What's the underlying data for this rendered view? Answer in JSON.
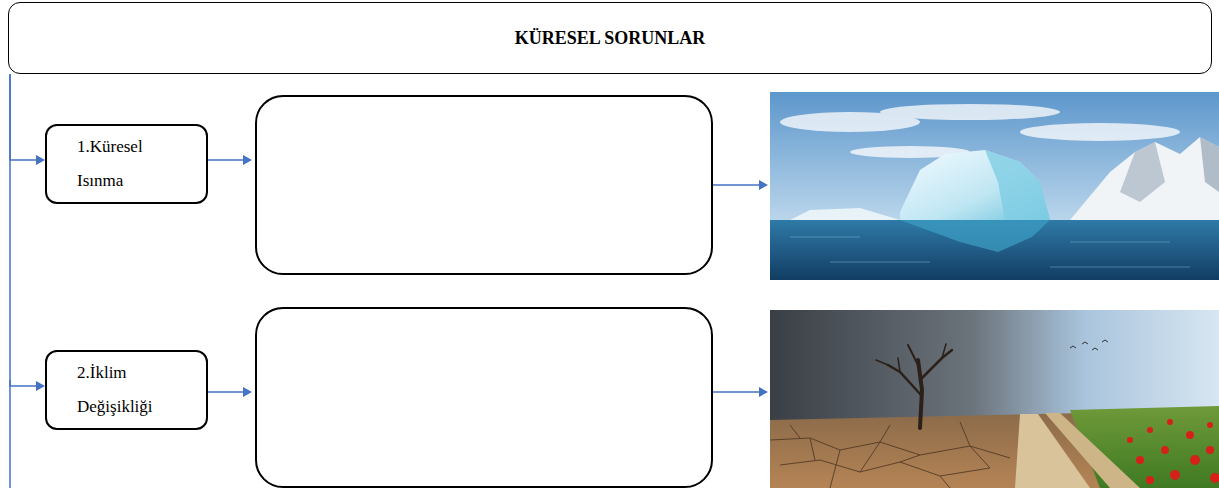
{
  "diagram": {
    "nodes": [
      {
        "text": [
          "KÜRESEL SORUNLAR"
        ]
      },
      {
        "text": [
          "1.Küresel Isınma"
        ]
      },
      {
        "text": [
          "2.İklim Değişikliği"
        ]
      }
    ],
    "edges": [
      {
        "from": 0,
        "to": 1,
        "arrow": "to"
      },
      {
        "from": 0,
        "to": 2,
        "arrow": "to"
      }
    ]
  }
}
